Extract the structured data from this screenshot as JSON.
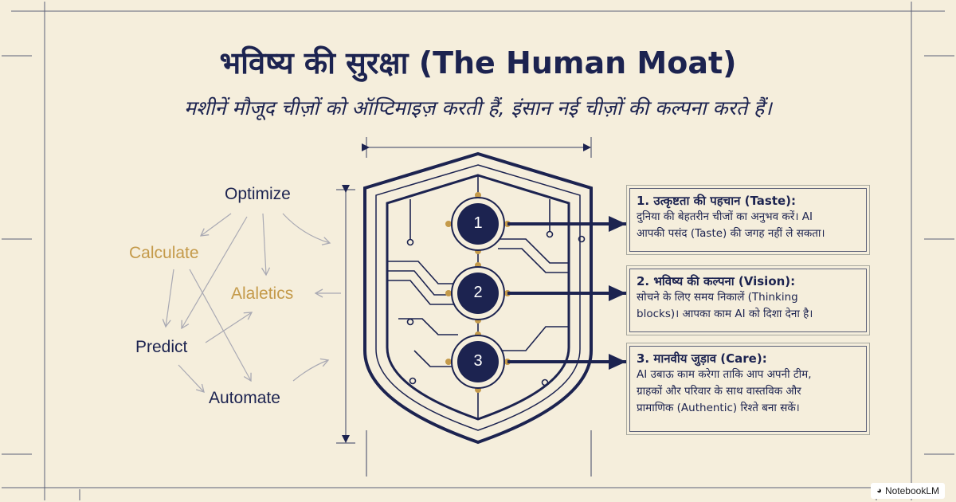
{
  "title": "भविष्य की सुरक्षा (The Human Moat)",
  "subtitle": "मशीनें मौजूद चीज़ों को ऑप्टिमाइज़ करती हैं, इंसान नई चीज़ों की कल्पना करते हैं।",
  "machine_words": {
    "optimize": "Optimize",
    "calculate": "Calculate",
    "analytics": "Alaletics",
    "predict": "Predict",
    "automate": "Automate"
  },
  "shield_steps": [
    "1",
    "2",
    "3"
  ],
  "cards": [
    {
      "title": "1. उत्कृष्टता की पहचान (Taste):",
      "lines": [
        "दुनिया की बेहतरीन चीजों का अनुभव करें। AI",
        "आपकी पसंद (Taste) की जगह नहीं ले सकता।"
      ]
    },
    {
      "title": "2. भविष्य की कल्पना (Vision):",
      "lines": [
        "सोचने के लिए समय निकालें (Thinking",
        "blocks)। आपका काम AI को दिशा देना है।"
      ]
    },
    {
      "title": "3. मानवीय जुड़ाव (Care):",
      "lines": [
        "AI उबाऊ काम करेगा ताकि आप अपनी टीम,",
        "ग्राहकों और परिवार के साथ वास्तविक और",
        "प्रामाणिक (Authentic) रिश्ते बना सकें।"
      ]
    }
  ],
  "brand": "NotebookLM",
  "colors": {
    "background": "#f5eedc",
    "navy": "#1c2350",
    "gold": "#c49a4a",
    "guide_lines": "#5b6078"
  }
}
